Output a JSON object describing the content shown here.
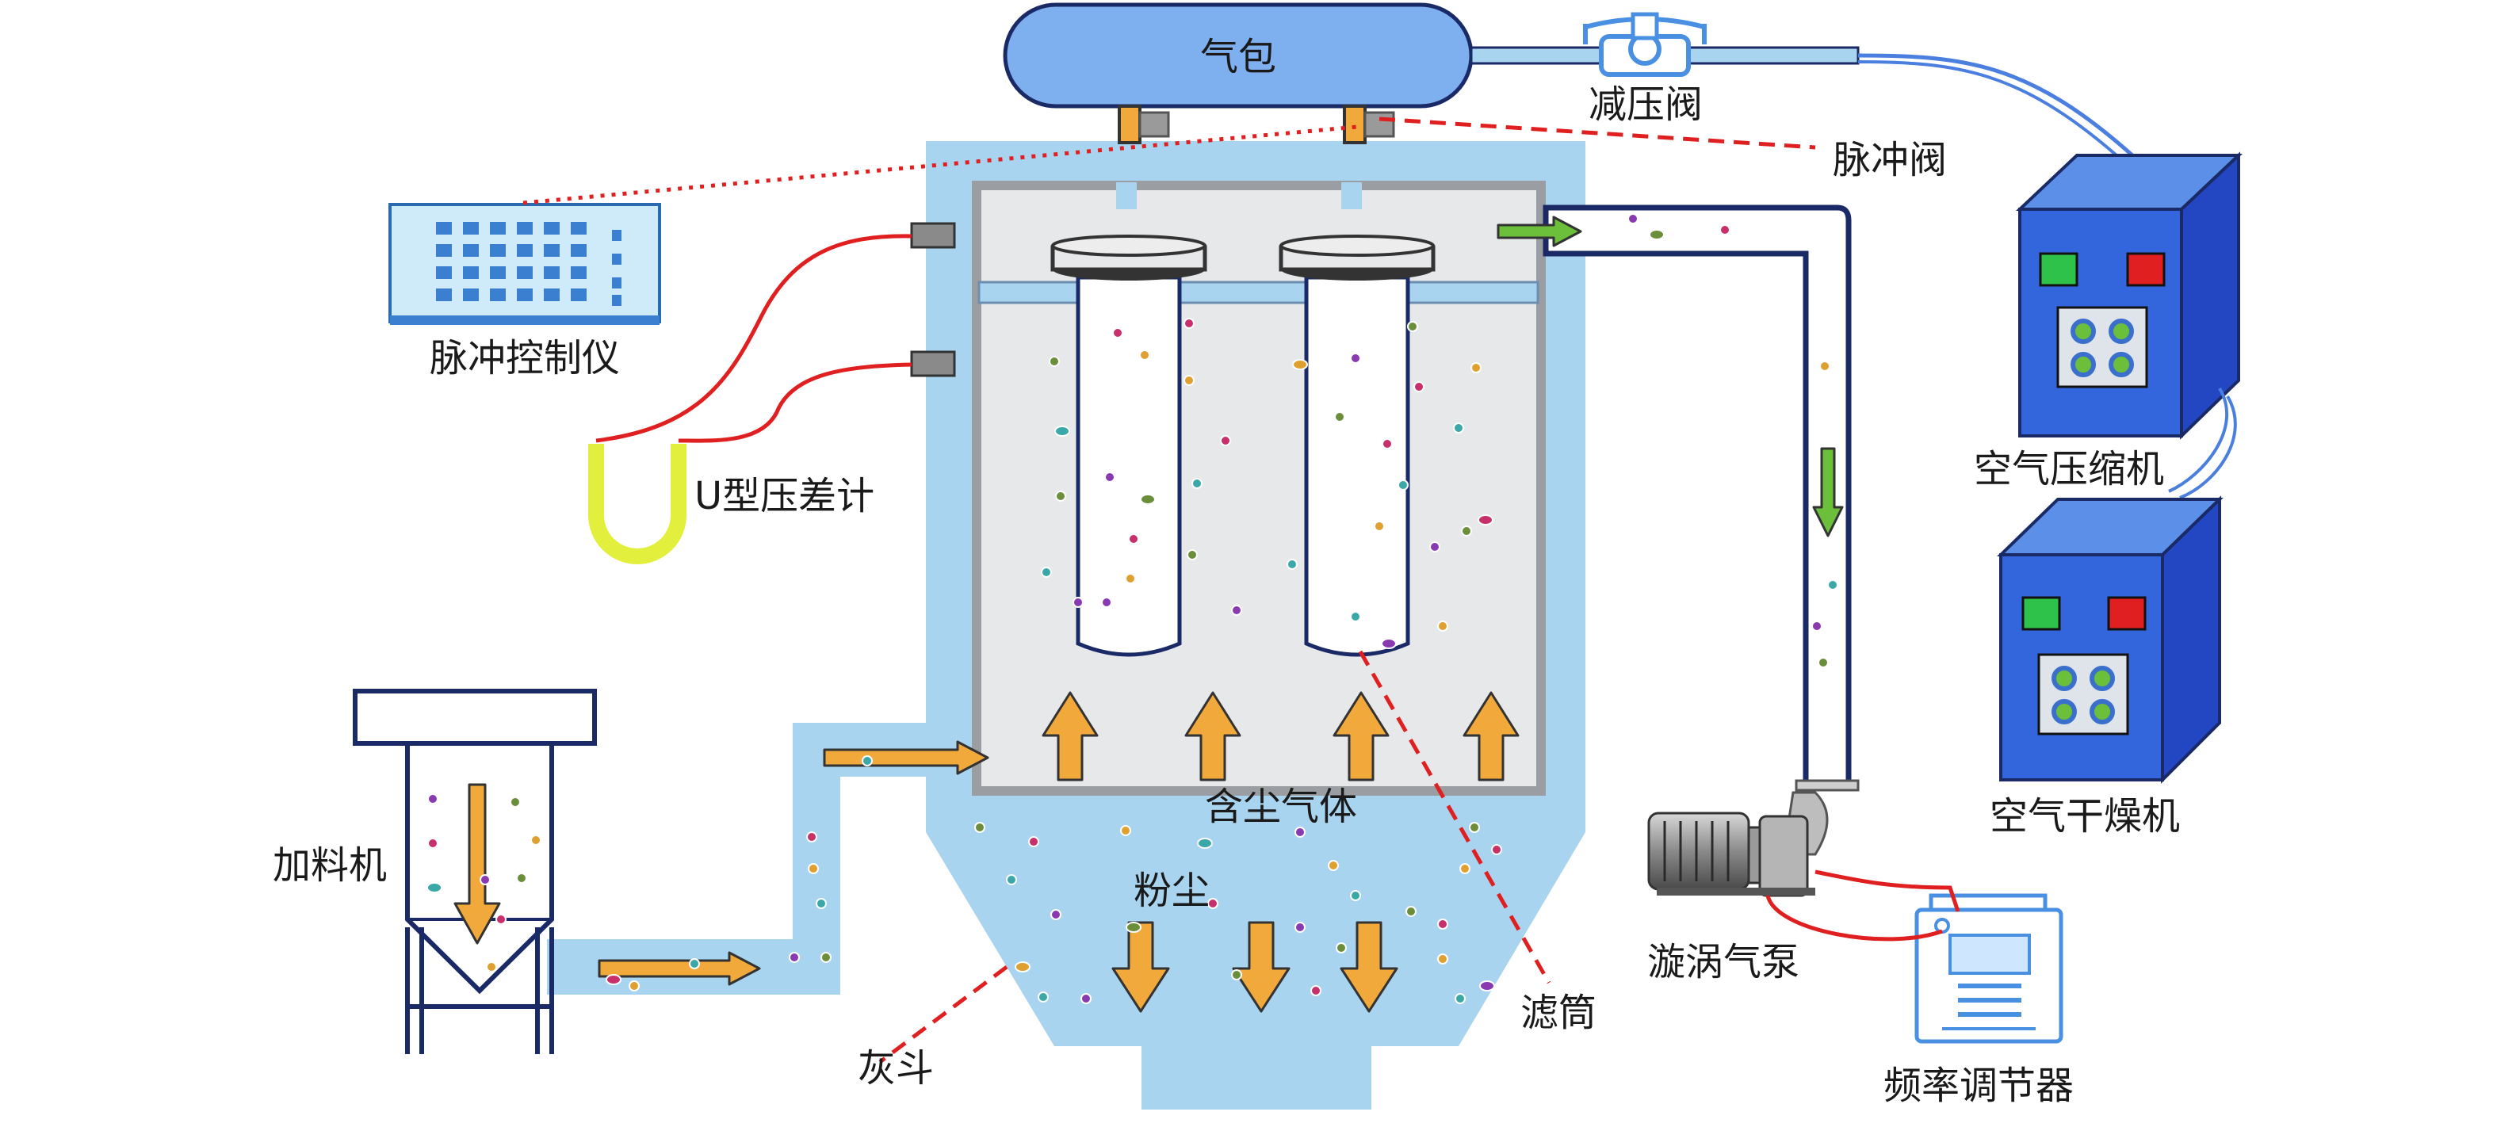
{
  "labels": {
    "air_drum": "气包",
    "pressure_valve": "减压阀",
    "pulse_valve": "脉冲阀",
    "pulse_controller": "脉冲控制仪",
    "u_manometer": "U型压差计",
    "feeder": "加料机",
    "dusty_gas": "含尘气体",
    "dust": "粉尘",
    "ash_hopper": "灰斗",
    "filter_cartridge": "滤筒",
    "vortex_pump": "漩涡气泵",
    "frequency_regulator": "频率调节器",
    "air_compressor": "空气压缩机",
    "air_dryer": "空气干燥机"
  },
  "colors": {
    "housing": "#a8d4ef",
    "chamber": "#e6e8ea",
    "drum": "#7eb0f0",
    "machine": "#3366dd",
    "arrow_orange": "#f2a93b",
    "arrow_green": "#6cbf3a",
    "wire_red": "#e02020",
    "utube_yellow": "#e3ef3d",
    "pipe_navy": "#1a2a66"
  }
}
